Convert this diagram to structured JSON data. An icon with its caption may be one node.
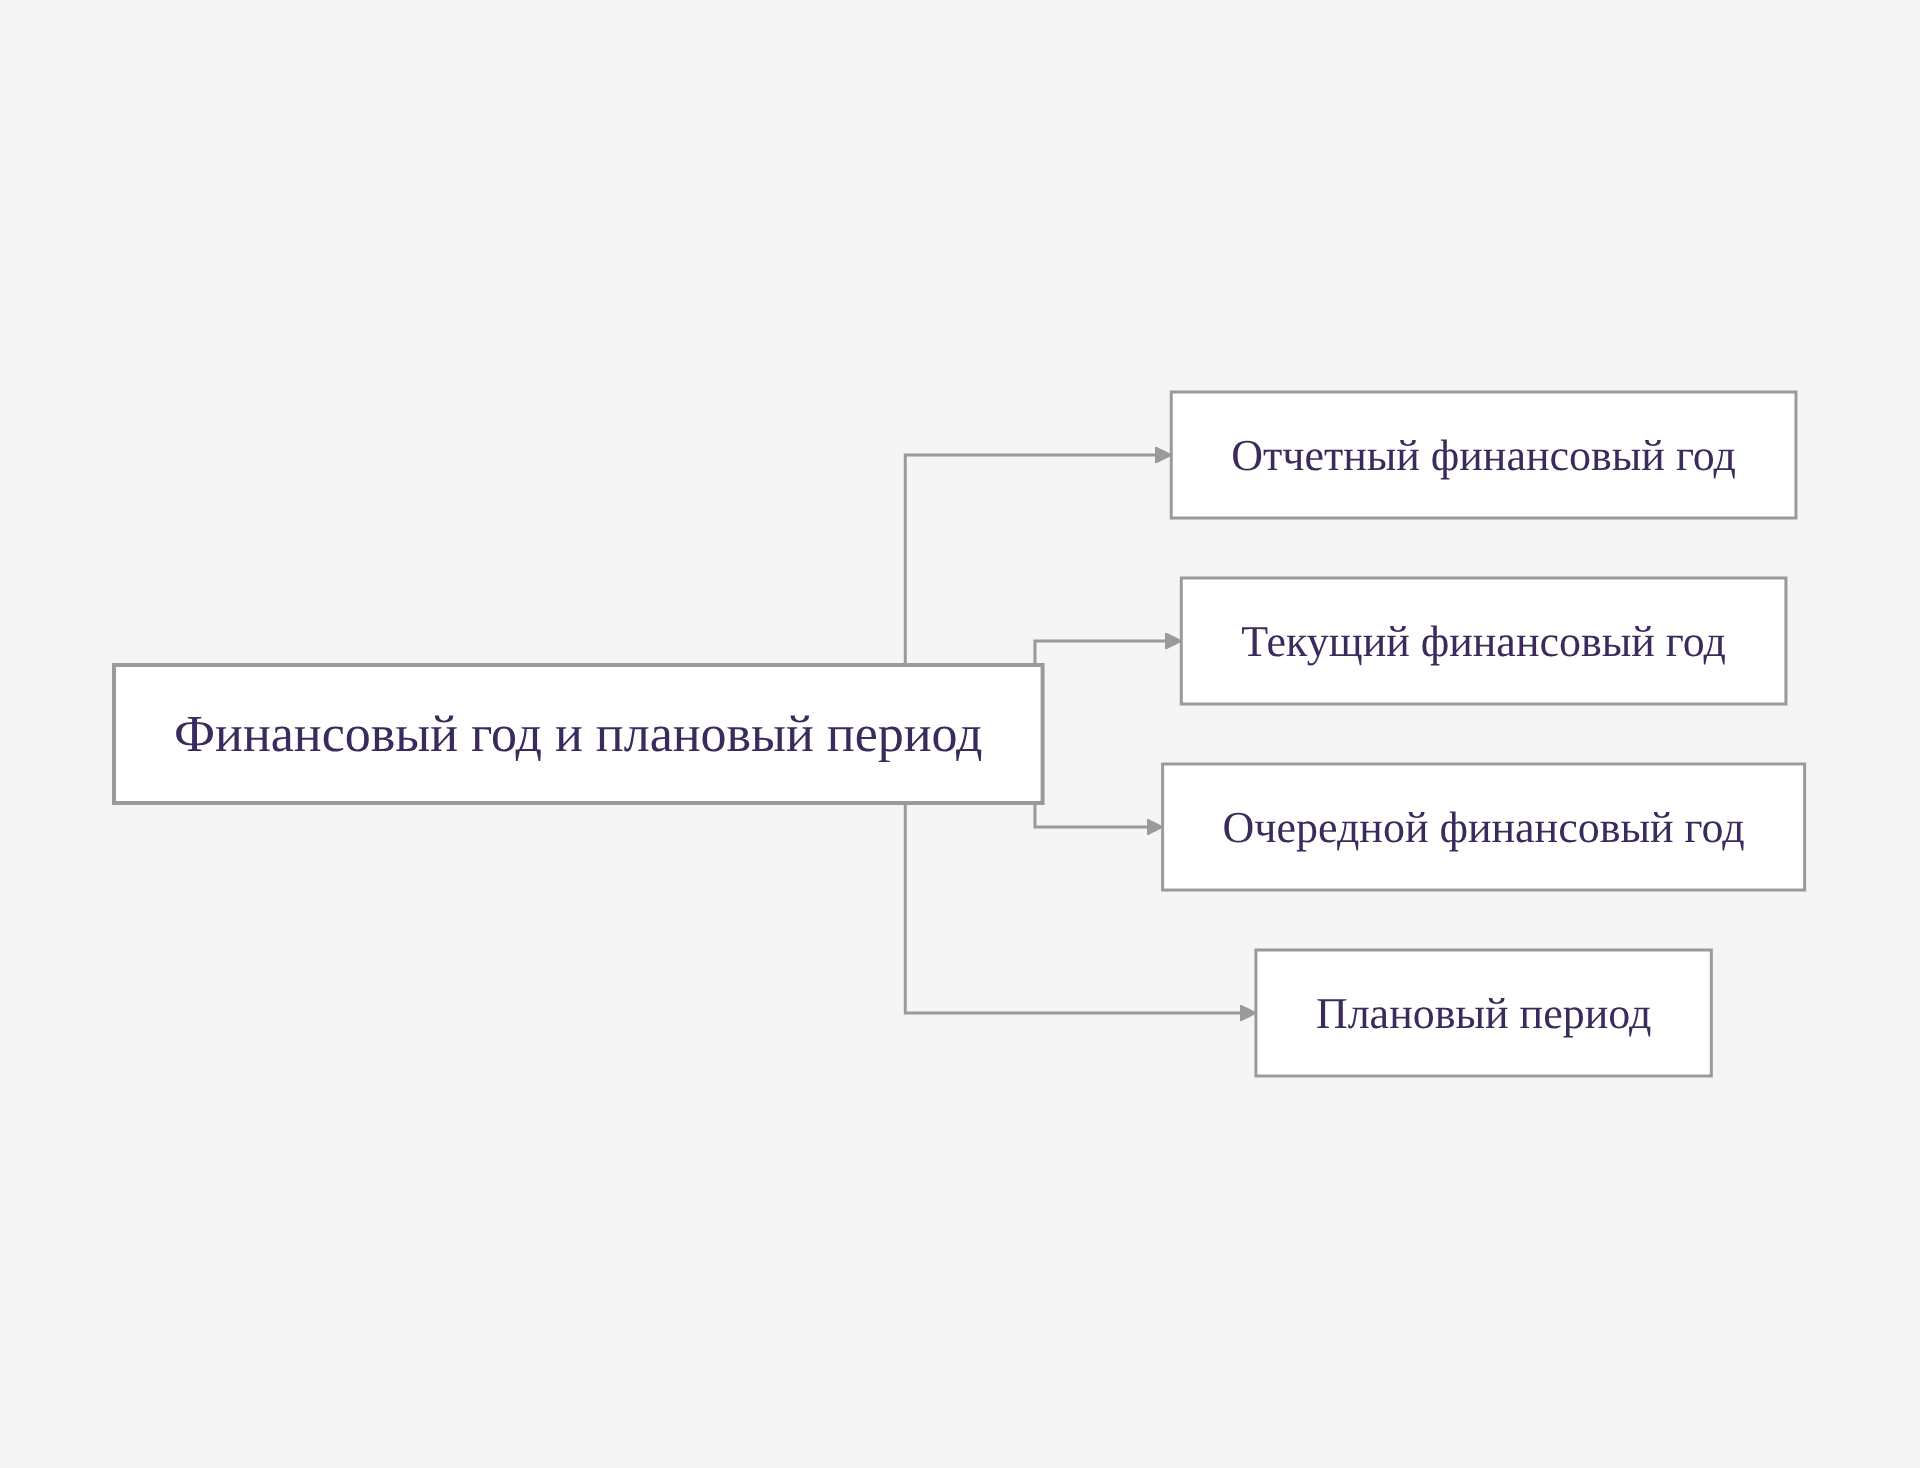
{
  "diagram": {
    "nodes": [
      {
        "text": [
          "Финансовый год и плановый период"
        ]
      },
      {
        "text": [
          "Отчетный финансовый год"
        ]
      },
      {
        "text": [
          "Текущий финансовый год"
        ]
      },
      {
        "text": [
          "Очередной финансовый год"
        ]
      },
      {
        "text": [
          "Плановый период"
        ]
      }
    ],
    "edges": [
      {
        "from": 0,
        "to": 1,
        "arrow": "to"
      },
      {
        "from": 0,
        "to": 2,
        "arrow": "to"
      },
      {
        "from": 0,
        "to": 3,
        "arrow": "to"
      },
      {
        "from": 0,
        "to": 4,
        "arrow": "to"
      }
    ]
  }
}
